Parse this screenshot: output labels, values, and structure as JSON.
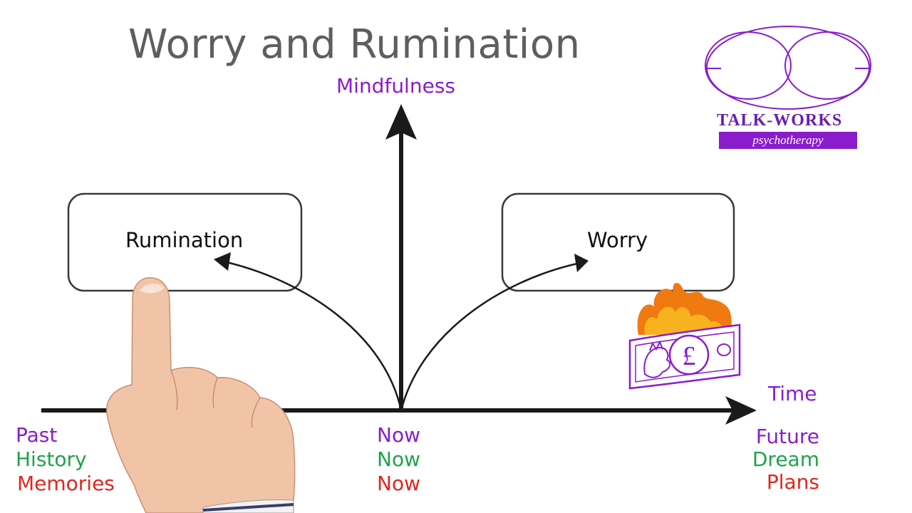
{
  "title": "Worry and Rumination",
  "vertical_axis_label": "Mindfulness",
  "horizontal_axis_label": "Time",
  "boxes": {
    "left": "Rumination",
    "right": "Worry"
  },
  "timeline": {
    "past": [
      "Past",
      "History",
      "Memories"
    ],
    "now": [
      "Now",
      "Now",
      "Now"
    ],
    "future": [
      "Future",
      "Dream",
      "Plans"
    ]
  },
  "row_colors": [
    "#8a1ccc",
    "#1fa24a",
    "#e0261c"
  ],
  "label_colors": {
    "mindfulness": "#8a1ccc",
    "time": "#8a1ccc"
  },
  "logo": {
    "name": "TALK-WORKS",
    "tagline": "psychotherapy",
    "color": "#8a1ccc"
  },
  "icons": [
    "burning-banknote-icon",
    "pointing-hand-icon",
    "talk-works-logo-icon"
  ],
  "banknote": {
    "currency_symbol": "£"
  }
}
